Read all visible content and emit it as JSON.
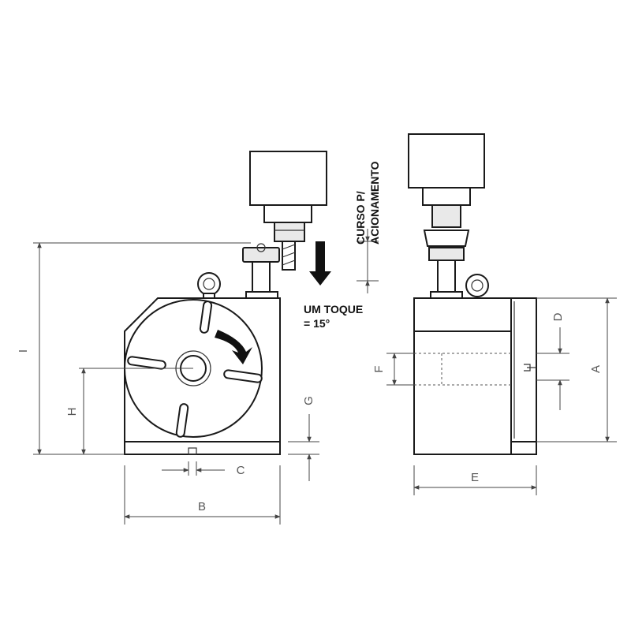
{
  "labels": {
    "a": "A",
    "b": "B",
    "c": "C",
    "d": "D",
    "e": "E",
    "f": "F",
    "g": "G",
    "h": "H",
    "i": "I"
  },
  "notes": {
    "stroke_line1": "CURSO P/",
    "stroke_line2": "ACIONAMENTO",
    "touch_line1": "UM TOQUE",
    "touch_line2": "= 15°"
  },
  "colors": {
    "line": "#1a1a1a",
    "arrow": "#111111",
    "shade": "#e9e9e9"
  }
}
